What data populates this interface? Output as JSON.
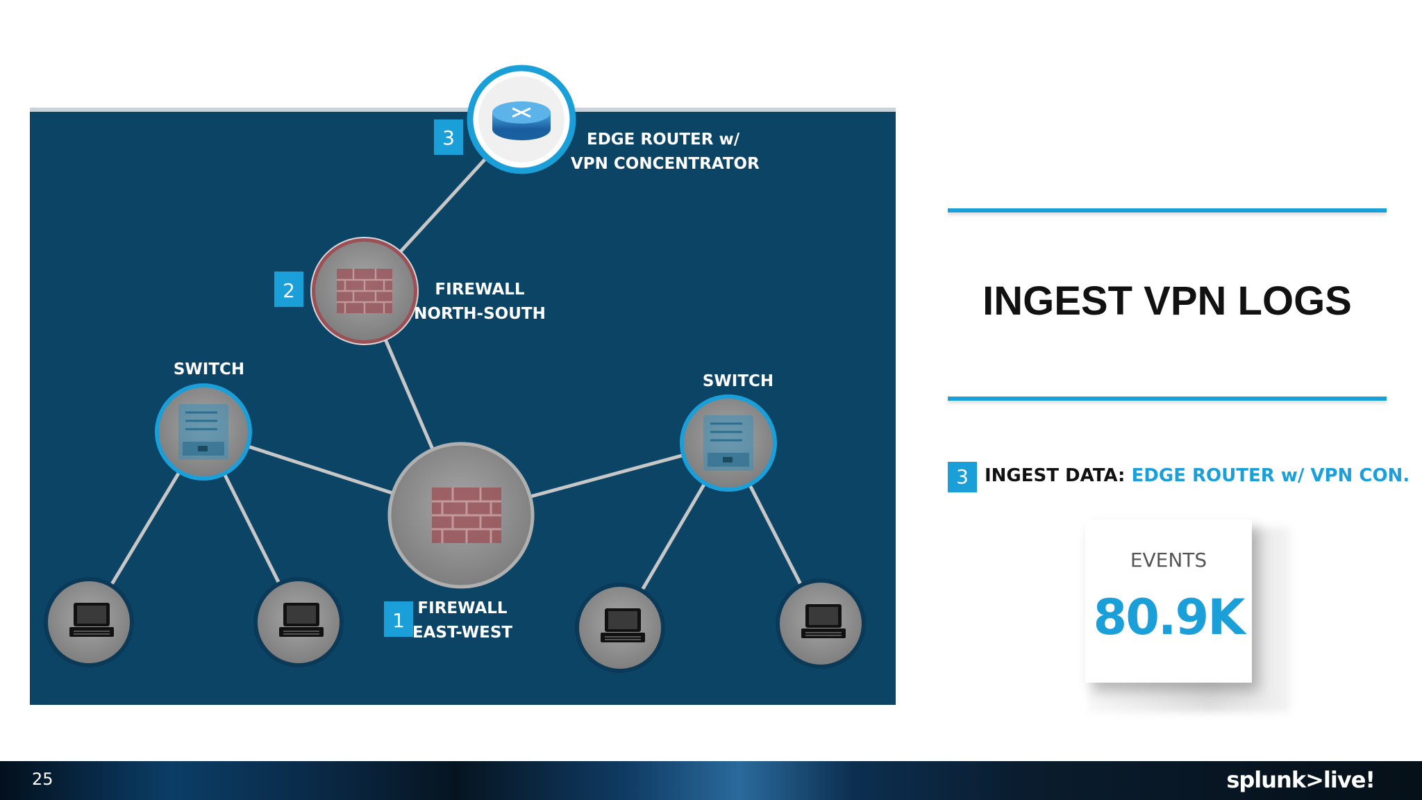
{
  "diagram": {
    "router_label_1": "EDGE ROUTER w/",
    "router_label_2": "VPN CONCENTRATOR",
    "router_badge": "3",
    "fw_ns_label_1": "FIREWALL",
    "fw_ns_label_2": "NORTH-SOUTH",
    "fw_ns_badge": "2",
    "fw_ew_label_1": "FIREWALL",
    "fw_ew_label_2": "EAST-WEST",
    "fw_ew_badge": "1",
    "switch_left_label": "SWITCH",
    "switch_right_label": "SWITCH",
    "icons": {
      "router": "router-icon",
      "firewall": "brick-wall-icon",
      "switch": "switch-icon",
      "laptop": "laptop-icon"
    }
  },
  "panel": {
    "title": "INGEST VPN LOGS",
    "ingest_badge": "3",
    "ingest_prefix": "INGEST DATA: ",
    "ingest_highlight": "EDGE ROUTER w/ VPN CON.",
    "events_label": "EVENTS",
    "events_value": "80.9K"
  },
  "footer": {
    "page_number": "25",
    "logo": "splunk>live!"
  },
  "colors": {
    "accent": "#1a9fd9",
    "diagram_bg": "#0c4466",
    "node_fill": "#8c8c8c",
    "firewall_red": "#a25458"
  }
}
